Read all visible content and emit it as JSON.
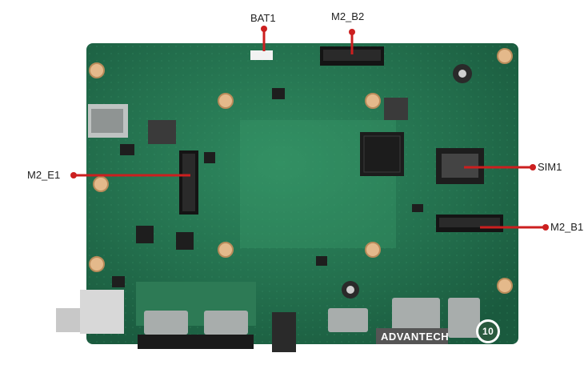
{
  "callouts": {
    "bat1": "BAT1",
    "m2_b2": "M2_B2",
    "m2_e1": "M2_E1",
    "sim1": "SIM1",
    "m2_b1": "M2_B1"
  },
  "board": {
    "brand": "ADVANTECH",
    "badge": "10",
    "pcb_color": "#1f6b4a",
    "callout_color": "#cc1f1f"
  }
}
